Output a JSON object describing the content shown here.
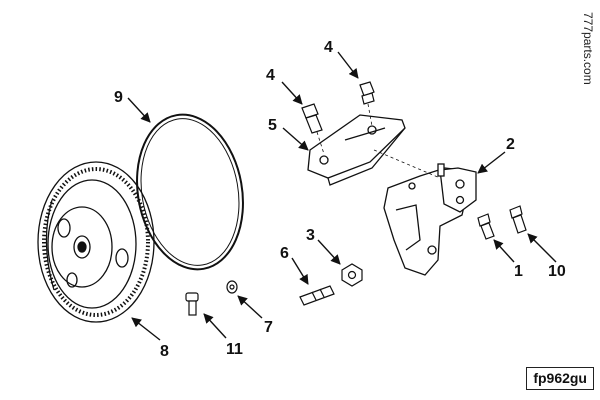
{
  "watermark": "777parts.com",
  "figure_code": "fp962gu",
  "callouts": [
    "9",
    "5",
    "4",
    "4",
    "2",
    "3",
    "6",
    "7",
    "8",
    "11",
    "1",
    "10"
  ]
}
